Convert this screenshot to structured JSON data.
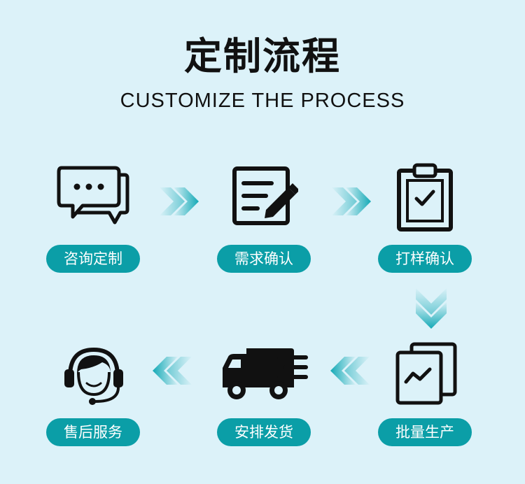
{
  "title": "定制流程",
  "subtitle": "CUSTOMIZE THE PROCESS",
  "colors": {
    "background": "#dcf2f9",
    "pill": "#0b9ea7",
    "pill_text": "#ffffff",
    "icon": "#111111"
  },
  "steps": [
    {
      "label": "咨询定制",
      "icon": "chat-bubbles-icon"
    },
    {
      "label": "需求确认",
      "icon": "document-edit-icon"
    },
    {
      "label": "打样确认",
      "icon": "clipboard-check-icon"
    },
    {
      "label": "批量生产",
      "icon": "documents-chart-icon"
    },
    {
      "label": "安排发货",
      "icon": "delivery-truck-icon"
    },
    {
      "label": "售后服务",
      "icon": "headset-agent-icon"
    }
  ]
}
